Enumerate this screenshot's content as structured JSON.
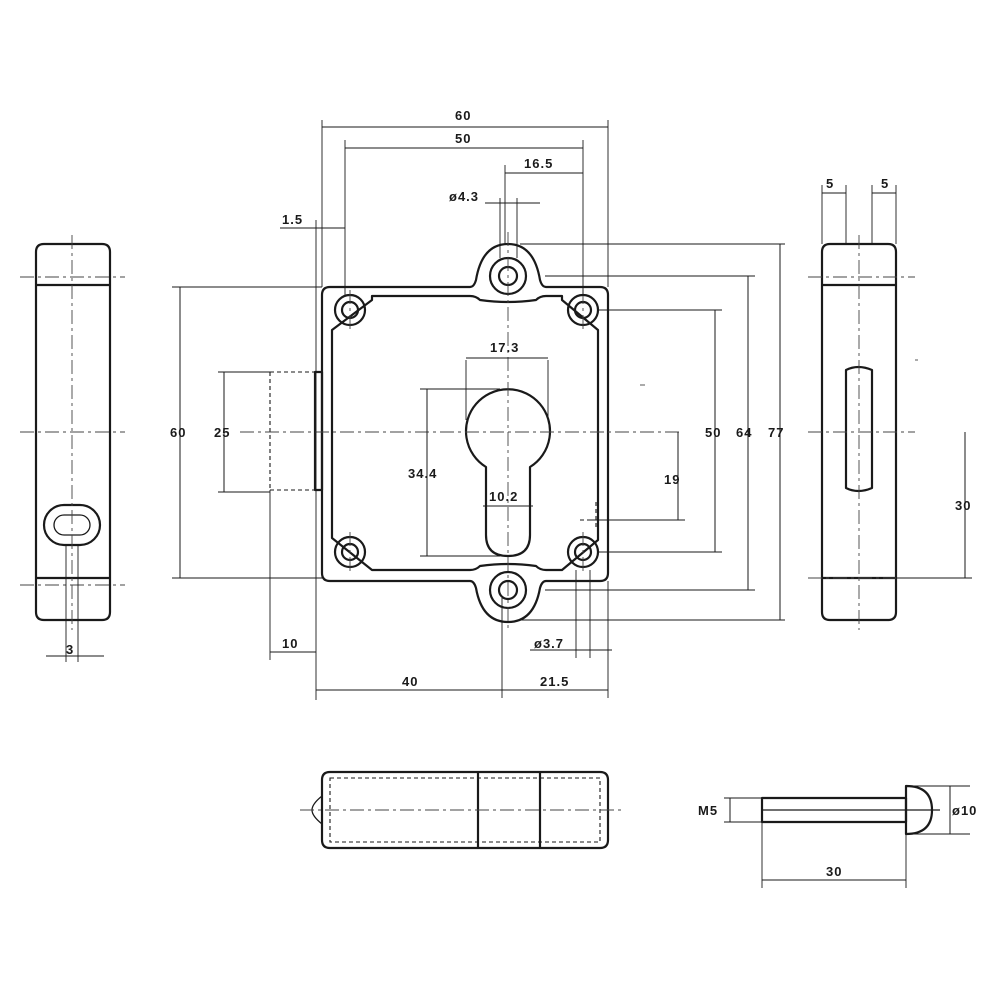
{
  "dimensions": {
    "width_60": "60",
    "width_50": "50",
    "offset_16_5": "16.5",
    "hole_dia_4_3": "ø4.3",
    "offset_1_5": "1.5",
    "cylinder_width_17_3": "17.3",
    "cylinder_height_34_4": "34.4",
    "cylinder_bottom_10_2": "10.2",
    "height_60": "60",
    "bolt_25": "25",
    "center_offset_19": "19",
    "hole_spacing_50": "50",
    "height_64": "64",
    "height_77": "77",
    "bolt_offset_10": "10",
    "hole_dia_3_7": "ø3.7",
    "backset_40": "40",
    "edge_21_5": "21.5",
    "side_slot_3": "3",
    "right_top_5a": "5",
    "right_top_5b": "5",
    "right_30": "30",
    "screw_thread_m5": "M5",
    "screw_head_dia_10": "ø10",
    "screw_length_30": "30"
  }
}
